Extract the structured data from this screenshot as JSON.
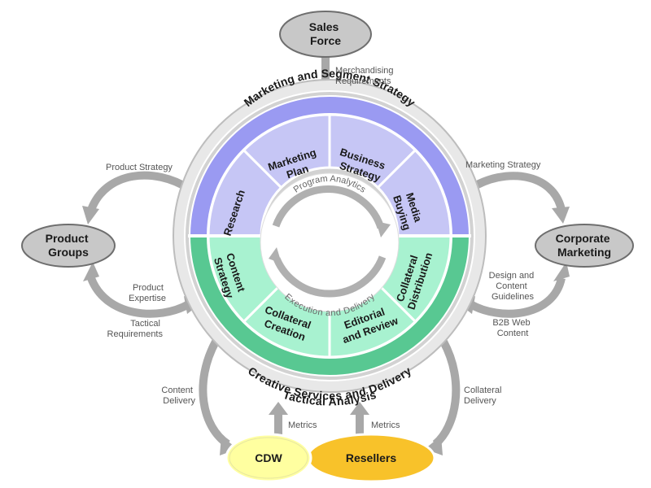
{
  "nodes": {
    "sales_force": [
      "Sales",
      "Force"
    ],
    "product_groups": [
      "Product",
      "Groups"
    ],
    "corporate_marketing": [
      "Corporate",
      "Marketing"
    ],
    "cdw": "CDW",
    "resellers": "Resellers"
  },
  "rings": {
    "outer": "Tactical Analysis",
    "top": "Marketing and Segment Strategy",
    "bottom": "Creative Services and Delivery"
  },
  "segments": {
    "research": [
      "Research"
    ],
    "marketing_plan": [
      "Marketing",
      "Plan"
    ],
    "business_strategy": [
      "Business",
      "Strategy"
    ],
    "media_buying": [
      "Media",
      "Buying"
    ],
    "content_strategy": [
      "Content",
      "Strategy"
    ],
    "collateral_creation": [
      "Collateral",
      "Creation"
    ],
    "editorial_review": [
      "Editorial",
      "and Review"
    ],
    "collateral_distribution": [
      "Collateral",
      "Distribution"
    ]
  },
  "inner": {
    "top": "Program Analytics",
    "bottom": "Execution and Delivery"
  },
  "edges": {
    "merchandising": [
      "Merchandising",
      "Requirements"
    ],
    "product_strategy": [
      "Product Strategy"
    ],
    "marketing_strategy": [
      "Marketing Strategy"
    ],
    "product_expertise": [
      "Product",
      "Expertise"
    ],
    "tactical_requirements": [
      "Tactical",
      "Requirements"
    ],
    "design_guidelines": [
      "Design and",
      "Content",
      "Guidelines"
    ],
    "b2b_web": [
      "B2B Web",
      "Content"
    ],
    "content_delivery": [
      "Content",
      "Delivery"
    ],
    "collateral_delivery": [
      "Collateral",
      "Delivery"
    ],
    "metrics_left": [
      "Metrics"
    ],
    "metrics_right": [
      "Metrics"
    ]
  },
  "colors": {
    "node_gray": "#c8c8c8",
    "ring_gray": "#d2d2d2",
    "blue_band": "#9a9af2",
    "blue_seg": "#c6c6f5",
    "green_band": "#58c892",
    "green_seg": "#a8f2d0",
    "arrow_gray": "#a8a8a8",
    "cdw_fill": "#ffffa0",
    "resellers_fill": "#f8c22a"
  }
}
